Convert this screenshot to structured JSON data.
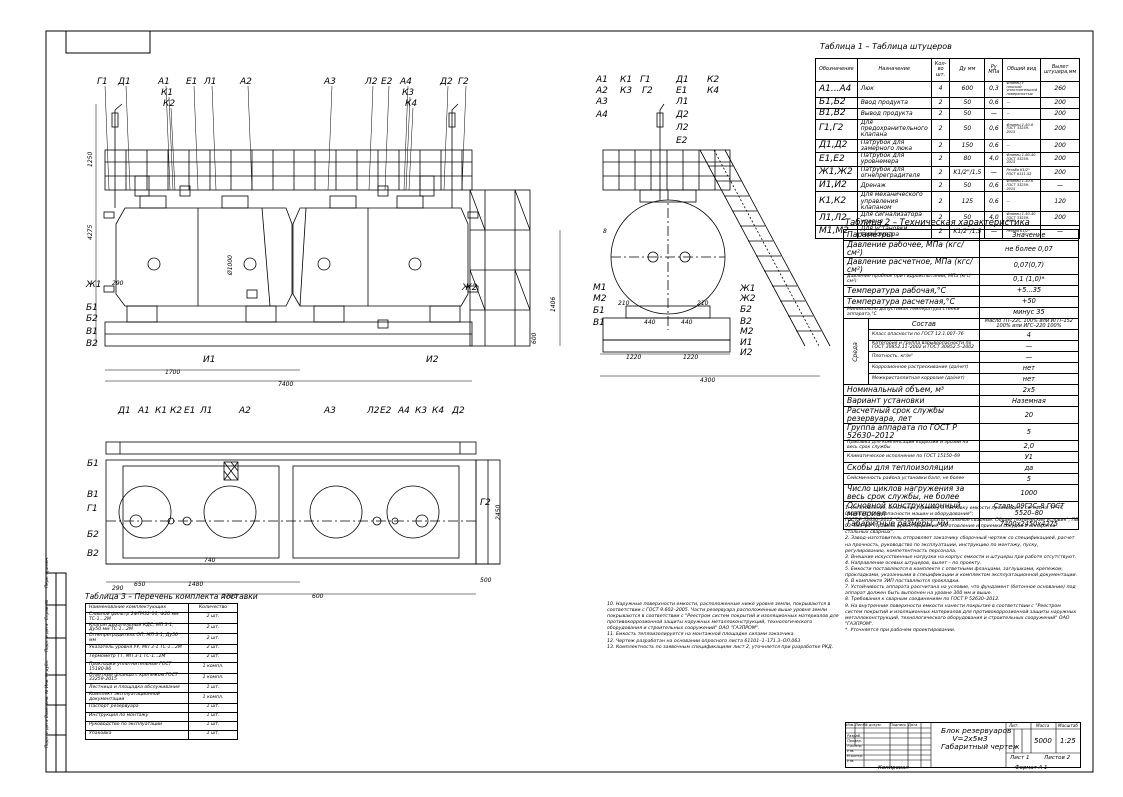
{
  "drawing": {
    "dims": {
      "total_length": "7400",
      "left_first": "290",
      "left_base": "1700",
      "vert_total": "4275",
      "vert_ladder": "1250",
      "vert_vessel": "1406",
      "vert_base": "600",
      "diameter": "Ø1000",
      "side_total": "4300",
      "side_1220_a": "1220",
      "side_1220_b": "1220",
      "side_210_a": "210",
      "side_210_b": "210",
      "side_440_a": "440",
      "side_440_b": "440",
      "side_h": "8",
      "plan_290": "290",
      "plan_650": "650",
      "plan_1480": "1480",
      "plan_740": "740",
      "plan_2700": "2700",
      "plan_600": "600",
      "plan_500": "500",
      "plan_2450": "2450"
    },
    "front_labels_top": [
      "Г1",
      "Д1",
      "А1",
      "К1",
      "К2",
      "Е1",
      "Л1",
      "А2",
      "А3",
      "Л2",
      "Е2",
      "А4",
      "К3",
      "К4",
      "Д2",
      "Г2"
    ],
    "front_labels_left": [
      "Ж1",
      "Б1",
      "Б2",
      "В1",
      "В2"
    ],
    "front_labels_bottom": [
      "И1",
      "И2",
      "Ж2"
    ],
    "side_labels_top": [
      "А1",
      "К1",
      "Г1",
      "Д1",
      "К2",
      "А2",
      "К3",
      "Г2",
      "Е1",
      "К4",
      "А3",
      "Л1",
      "А4",
      "Д2",
      "Л2",
      "Е2"
    ],
    "side_labels_left": [
      "М1",
      "М2",
      "Б1",
      "В1"
    ],
    "side_labels_right": [
      "Ж1",
      "Ж2",
      "Б2",
      "В2",
      "М2",
      "И1",
      "И2"
    ],
    "plan_labels_top": [
      "Д1",
      "А1",
      "К1",
      "К2",
      "Е1",
      "Л1",
      "А2",
      "А3",
      "Л2",
      "Е2",
      "А4",
      "К3",
      "К4",
      "Д2"
    ],
    "plan_labels_left": [
      "Б1",
      "В1",
      "Г1",
      "Б2",
      "В2"
    ],
    "plan_labels_right": [
      "Г2"
    ]
  },
  "table1": {
    "title": "Таблица 1 – Таблица штуцеров",
    "headers": [
      "Обозначение",
      "Назначение",
      "Кол-во шт.",
      "Ду мм",
      "Ру МПа",
      "Общий вид",
      "Вылет штуцера,мм"
    ],
    "rows": [
      [
        "А1...А4",
        "Люк",
        "4",
        "600",
        "0,3",
        "Фланец с плоской уплотнительной поверхностью",
        "260"
      ],
      [
        "Б1,Б2",
        "Ввод продукта",
        "2",
        "50",
        "0,6",
        "—",
        "200"
      ],
      [
        "В1,В2",
        "Вывод продукта",
        "2",
        "50",
        "—",
        "—",
        "200"
      ],
      [
        "Г1,Г2",
        "Для предохранительного клапана",
        "2",
        "50",
        "0,6",
        "Фланец 1-50-6 ГОСТ 33259-2015",
        "200"
      ],
      [
        "Д1,Д2",
        "Патрубок для замерного люка",
        "2",
        "150",
        "0,6",
        "—",
        "200"
      ],
      [
        "Е1,Е2",
        "Патрубок для уровнемера",
        "2",
        "80",
        "4,0",
        "Фланец 1-80-40 ГОСТ 33259-2015",
        "200"
      ],
      [
        "Ж1,Ж2",
        "Патрубок для огнепреградителя",
        "2",
        "K1/2\"/1,5",
        "—",
        "Резьба K1/2\" ГОСТ 6111-52",
        "200"
      ],
      [
        "И1,И2",
        "Дренаж",
        "2",
        "50",
        "0,6",
        "Фланец 1-50-6 ГОСТ 33259-2015",
        "—"
      ],
      [
        "К1,К2",
        "Для механического управления клапаном",
        "2",
        "125",
        "0,6",
        "—",
        "120"
      ],
      [
        "Л1,Л2",
        "Для сигнализатора уровня",
        "2",
        "50",
        "4,0",
        "Фланец 1-50-40 ГОСТ 33259-2015",
        "200"
      ],
      [
        "М1,М2",
        "Для установки термометра",
        "2",
        "K1/2\"/1,5",
        "—",
        "Резьба K1/2\"",
        "—"
      ]
    ]
  },
  "table2": {
    "title": "Таблица 2 – Техническая характеристика",
    "rows": [
      [
        "Параметры",
        "Значение"
      ],
      [
        "Давление рабочее, МПа (кгс/см²)",
        "не более 0,07"
      ],
      [
        "Давление расчетное, МПа (кгс/см²)",
        "0,07(0,7)"
      ],
      [
        "Давление пробное при гидроиспытании, МПа (кгс/см²)",
        "0,1 (1,0)*"
      ],
      [
        "Температура рабочая,°С",
        "+5...35"
      ],
      [
        "Температура расчетная,°С",
        "+50"
      ],
      [
        "Минимально допустимая температура стенки аппарата,°С",
        "минус 35"
      ]
    ],
    "medium_label": "Среда",
    "medium_rows": [
      [
        "Состав",
        "Масло ТП–22С 100% или ИГП–152 100% или ИГС–220 100%"
      ],
      [
        "Класс опасности по ГОСТ 12.1.007–76",
        "4"
      ],
      [
        "Категория и группа взрывоопасности по ГОСТ 30852.11–2002 и ГОСТ 30852.5–2002",
        "—"
      ],
      [
        "Плотность, кг/м³",
        "—"
      ],
      [
        "Коррозионное растрескивание (да/нет)",
        "нет"
      ],
      [
        "Межкристаллитная коррозия (да/нет)",
        "нет"
      ]
    ],
    "rows_after": [
      [
        "Номинальный объем, м³",
        "2x5"
      ],
      [
        "Вариант установки",
        "Наземная"
      ],
      [
        "Расчетный срок службы резервуара, лет",
        "20"
      ],
      [
        "Группа аппарата по ГОСТ Р 52630–2012",
        "5"
      ],
      [
        "Прибавка для компенсации коррозии и эрозии на весь срок службы",
        "2,0"
      ],
      [
        "Климатическое исполнение по ГОСТ 15150–69",
        "У1"
      ],
      [
        "Скобы для теплоизоляции",
        "да"
      ],
      [
        "Сейсмичность района установки балл, не более",
        "5"
      ],
      [
        "Число циклов нагружения за весь срок службы, не более",
        "1000"
      ],
      [
        "Основной конструкционный материал",
        "Сталь 09Г2С–8 ГОСТ 5520–80"
      ],
      [
        "Габаритные размеры, мм",
        "7400х2450х4275"
      ]
    ]
  },
  "table3": {
    "title": "Таблица 3 – Перечень комплекта поставки",
    "headers": [
      "Наименование комплектующих",
      "Количество"
    ],
    "rows": [
      [
        "Сливной фильтр 2ФГМ32-10, Ф20 мм ТС-1...2М",
        "2 шт."
      ],
      [
        "Клапан дыхательный КДС, МП 3-1, Ду50 мм ТС-1...2М",
        "2 шт."
      ],
      [
        "Огнепреградитель ОП, МП 3-1, Ду50 мм",
        "2 шт."
      ],
      [
        "Указатель уровня УУ, МП 3-1 ТС-1...2М",
        "2 шт."
      ],
      [
        "Термометр ТТ, МП 3-1 ТС-1...2М",
        "2 шт."
      ],
      [
        "Прокладки уплотнительные ГОСТ 15180-86",
        "1 компл."
      ],
      [
        "Ответные фланцы с крепежом ГОСТ 33259-2015",
        "1 компл."
      ],
      [
        "Лестница и площадка обслуживания",
        "1 шт."
      ],
      [
        "Комплект эксплуатационной документации",
        "1 компл."
      ],
      [
        "Паспорт резервуара",
        "1 шт."
      ],
      [
        "Инструкция по монтажу",
        "1 шт."
      ],
      [
        "Руководство по эксплуатации",
        "1 шт."
      ],
      [
        "Упаковка",
        "1 шт."
      ]
    ]
  },
  "notes_left": [
    "10. Наружные поверхности емкости, расположенные ниже уровня земли, покрываются в соответствии с ГОСТ 9.602–2005. Части резервуара расположенные выше уровня земли покрываются в соответствии с \"Реестром систем покрытий и изоляционных материалов для противокоррозионной защиты наружных металлоконструкций, технологического оборудования и строительных сооружений\" ОАО \"ГАЗПРОМ\".",
    "11. Емкость теплоизолируется на монтажной площадке силами заказчика.",
    "12. Чертеж разработан на основании опросного листа 61101–1–171.3–ОЛ.063",
    "13. Комплектность по заявочным спецификациям лист 2, уточняется при разработке РКД."
  ],
  "notes_right": [
    "1. Изготовление, испытание, приемку и поставку емкости производить согласно: ТР ТС 010/2011 \"О безопасности машин и оборудования\";",
    "ГОСТ Р 52630–2012 \"Сосуды и аппараты стальные сварные. Общие технические условия\"; ПБ 03–584–03 \"Правила проектирования, изготовления и приемки сосудов и аппаратов стальных сварных\".",
    "2. Завод–изготовитель отправляет заказчику сборочный чертеж со спецификацией, расчет на прочность, руководство по эксплуатации, инструкцию по монтажу, пуску, регулированию, компетентность персонала.",
    "3. Внешние искусственные нагрузки на корпус емкости и штуцеры при работе отсутствуют.",
    "4. Направление осевых штуцеров, вылет – по проекту.",
    "5. Емкости поставляются в комплекте с ответными фланцами, заглушками, крепежом, прокладками, указанными в спецификации и комплектом эксплуатационной документации.",
    "6. В комплекте ЗИП поставляются прокладки.",
    "7. Устойчивость аппарата рассчитана на условие, что фундамент (бетонное основание) под аппарат должен быть выполнен на уровне 300 мм и выше.",
    "8. Требования к сварным соединениям по ГОСТ Р 52630–2012.",
    "9. На внутренние поверхности емкости нанести покрытие в соответствии с \"Реестром систем покрытий и изоляционных материалов для противокоррозионной защиты наружных металлоконструкций, технологического оборудования и строительных сооружений\" ОАО \"ГАЗПРОМ\".",
    "*. Уточняется при рабочем проектировании."
  ],
  "stamp": {
    "title_line1": "Блок резервуаров",
    "title_line2": "V=2х5м3",
    "title_line3": "Габаритный чертеж",
    "col_headers": [
      "Изм.",
      "Лист",
      "№ докум.",
      "Подпись",
      "Дата"
    ],
    "row_labels": [
      "Разраб.",
      "Провер.",
      "Т.контр.",
      "Утв.",
      "Н.контр.",
      "Утв."
    ],
    "lit_header": "Лит.",
    "mass_header": "Масса",
    "scale_header": "Масштаб",
    "mass": "5000",
    "scale": "1:25",
    "sheet": "Лист 1",
    "sheets": "Листов 2",
    "copied": "Копировал",
    "format": "Формат А 1"
  },
  "side_strip": [
    "Перв. примен.",
    "Справ. №",
    "Подп. и дата",
    "Инв. № дубл.",
    "Взам. инв. №",
    "Подп. и дата",
    "Инв. № подл."
  ]
}
